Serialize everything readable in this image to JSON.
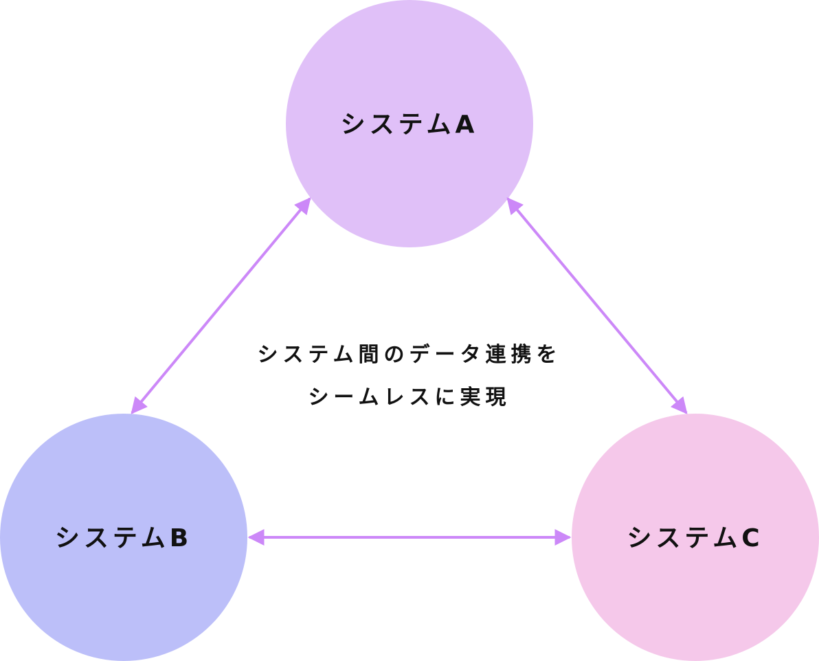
{
  "nodes": [
    {
      "id": "A",
      "label": "システムA",
      "color": "#e0c0f8"
    },
    {
      "id": "B",
      "label": "システムB",
      "color": "#bcbff9"
    },
    {
      "id": "C",
      "label": "システムC",
      "color": "#f5c8ea"
    }
  ],
  "center_text": {
    "line1": "システム間のデータ連携を",
    "line2": "シームレスに実現"
  },
  "edges": [
    {
      "from": "A",
      "to": "B",
      "bidirectional": true
    },
    {
      "from": "A",
      "to": "C",
      "bidirectional": true
    },
    {
      "from": "B",
      "to": "C",
      "bidirectional": true
    }
  ],
  "arrow_color": "#cc88f8"
}
